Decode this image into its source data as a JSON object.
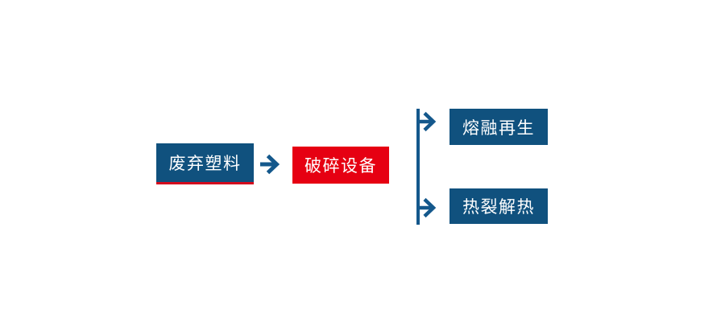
{
  "diagram": {
    "background": "#ffffff",
    "colors": {
      "background": "#ffffff",
      "node_blue": "#10517e",
      "node_red": "#e60012",
      "underline_red": "#d40a1e",
      "arrow_blue": "#14588c",
      "text": "#ffffff"
    },
    "nodes": {
      "source": {
        "label": "废弃塑料"
      },
      "process": {
        "label": "破碎设备"
      },
      "branch_top": {
        "label": "熔融再生"
      },
      "branch_bottom": {
        "label": "热裂解热"
      }
    },
    "connectors": {
      "main_arrow_icon": "arrow-right-icon",
      "branch_line_icon": "vertical-line",
      "branch_arrow_top_icon": "arrow-right-icon",
      "branch_arrow_bottom_icon": "arrow-right-icon"
    }
  }
}
